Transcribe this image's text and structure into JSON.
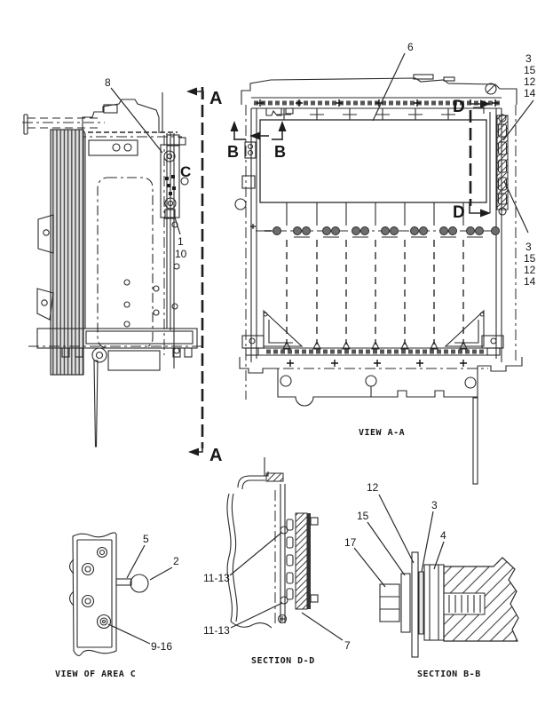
{
  "figure": {
    "background": "#ffffff",
    "line_color": "#2a2a2a"
  },
  "side_view": {
    "callout_8": "8",
    "area_label": "C",
    "callout_1": "1",
    "callout_10": "10",
    "section_arrow_top": "A",
    "section_arrow_bottom": "A"
  },
  "view_aa": {
    "caption": "VIEW A-A",
    "callout_6": "6",
    "section_b_left": "B",
    "section_b_right": "B",
    "section_d_top": "D",
    "section_d_bottom": "D",
    "stack_top": [
      "3",
      "15",
      "12",
      "14"
    ],
    "stack_bottom": [
      "3",
      "15",
      "12",
      "14"
    ]
  },
  "view_area_c": {
    "caption": "VIEW OF AREA C",
    "callout_5": "5",
    "callout_2": "2",
    "callout_9_16": "9-16"
  },
  "section_dd": {
    "caption": "SECTION D-D",
    "callout_11_13_upper": "11-13",
    "callout_11_13_lower": "11-13",
    "callout_7": "7"
  },
  "section_bb": {
    "caption": "SECTION B-B",
    "callout_12": "12",
    "callout_15": "15",
    "callout_17": "17",
    "callout_3": "3",
    "callout_4": "4"
  }
}
